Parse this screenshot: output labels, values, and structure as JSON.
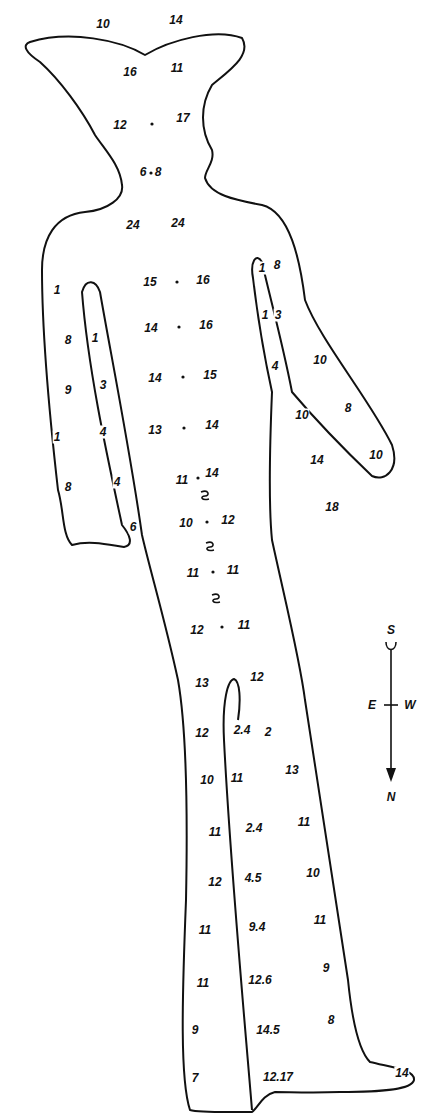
{
  "diagram": {
    "labels": [
      "10",
      "14",
      "16",
      "11",
      "12",
      "17",
      "6",
      "8",
      "24",
      "24",
      "15",
      "16",
      "1",
      "8",
      "1",
      "14",
      "16",
      "1",
      "3",
      "8",
      "1",
      "4",
      "10",
      "9",
      "3",
      "14",
      "15",
      "10",
      "8",
      "1",
      "4",
      "13",
      "14",
      "14",
      "10",
      "8",
      "4",
      "11",
      "14",
      "18",
      "6",
      "10",
      "12",
      "11",
      "11",
      "12",
      "11",
      "S",
      "13",
      "12",
      "E",
      "W",
      "12",
      "2.4",
      "2",
      "10",
      "11",
      "13",
      "N",
      "11",
      "2.4",
      "11",
      "12",
      "4.5",
      "10",
      "11",
      "9.4",
      "11",
      "11",
      "12.6",
      "9",
      "9",
      "14.5",
      "8",
      "7",
      "12.17",
      "14"
    ]
  }
}
